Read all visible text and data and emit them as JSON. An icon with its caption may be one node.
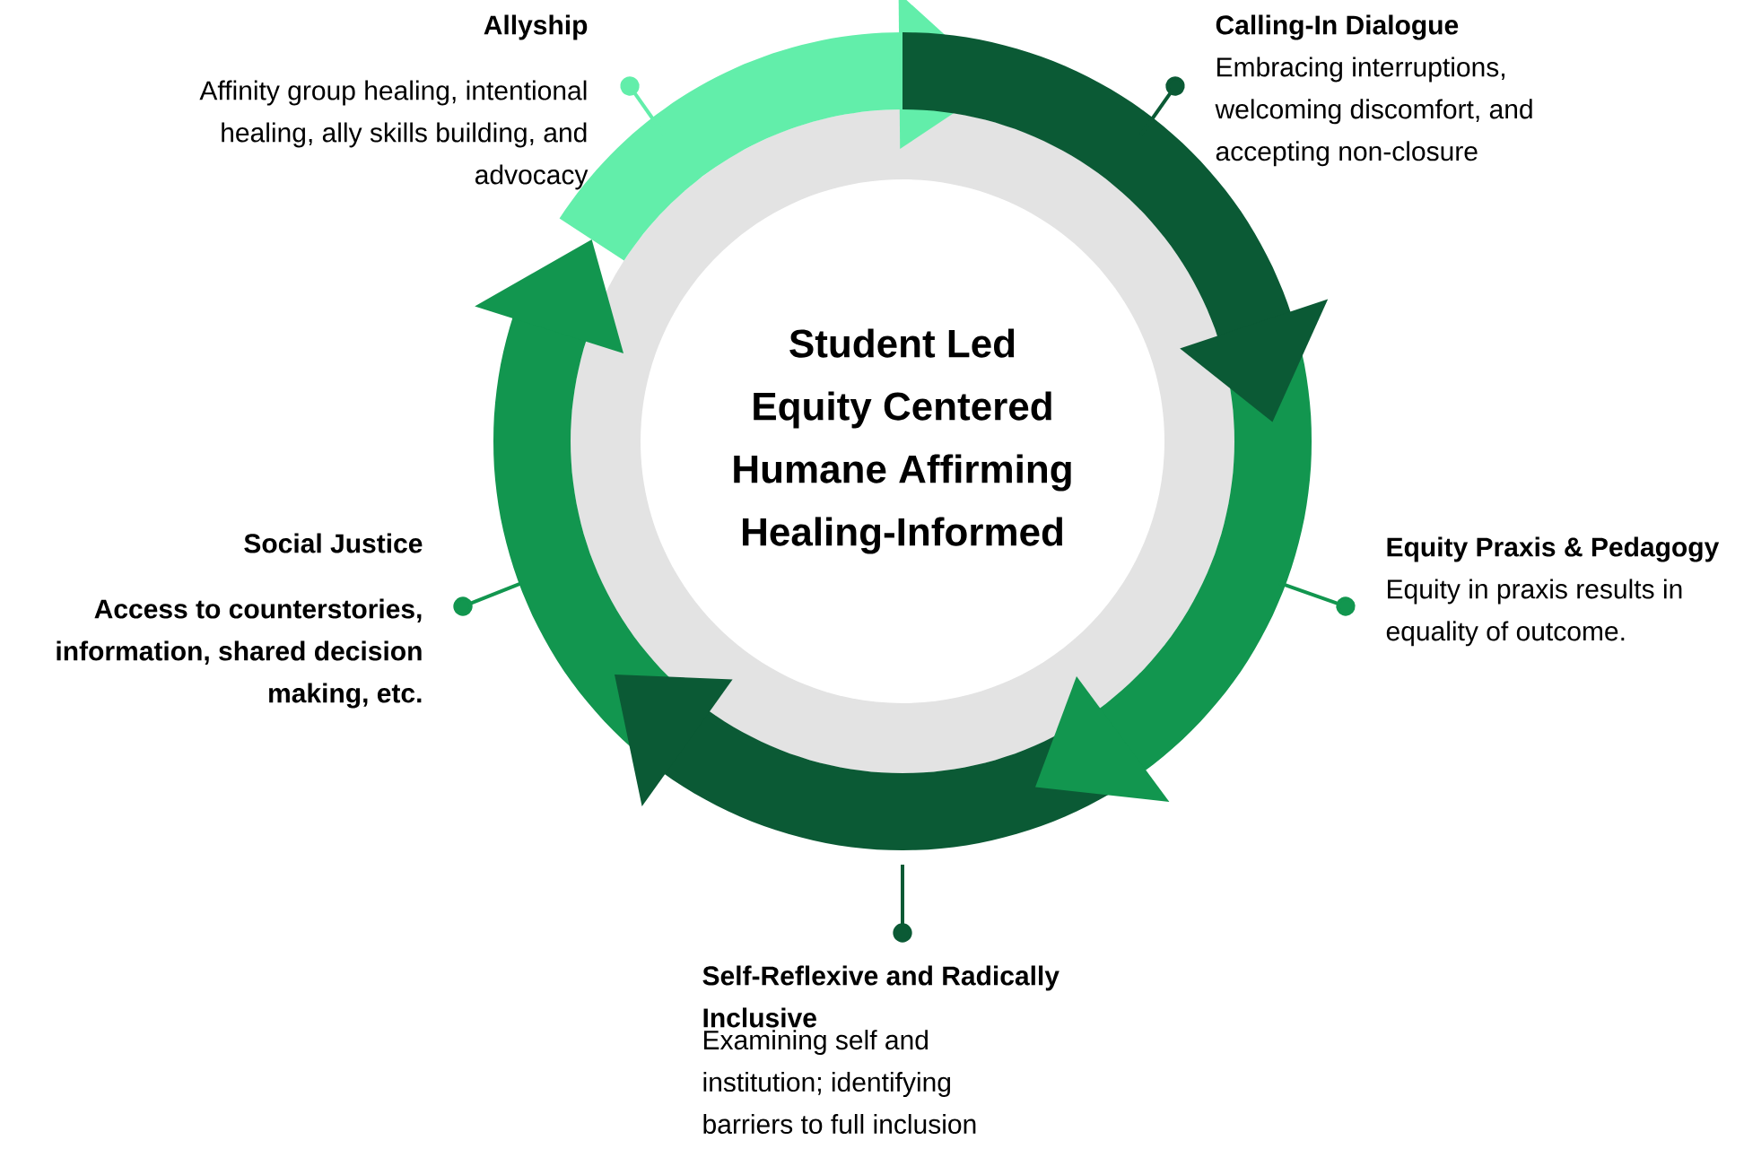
{
  "diagram": {
    "nodes": [
      {
        "text": [
          "Student Led",
          "Equity Centered",
          "Humane Affirming",
          "Healing-Informed"
        ]
      },
      {
        "text": [
          "Allyship",
          "Affinity group healing, intentional healing, ally skills building, and advocacy"
        ]
      },
      {
        "text": [
          "Calling-In Dialogue",
          "Embracing interruptions, welcoming discomfort, and accepting non-closure"
        ]
      },
      {
        "text": [
          "Equity Praxis & Pedagogy",
          "Equity in praxis results in equality of outcome."
        ]
      },
      {
        "text": [
          "Self-Reflexive and Radically Inclusive",
          "Examining self and institution; identifying barriers to full inclusion"
        ]
      },
      {
        "text": [
          "Social Justice",
          "Access to counterstories, information, shared decision making, etc."
        ]
      }
    ],
    "edges": [
      {
        "from": 1,
        "to": null,
        "arrow": "other",
        "color": "#62eeaa"
      },
      {
        "from": 2,
        "to": null,
        "arrow": "other",
        "color": "#0b5a35"
      },
      {
        "from": 3,
        "to": null,
        "arrow": "other",
        "color": "#12964f"
      },
      {
        "from": 4,
        "to": null,
        "arrow": "other",
        "color": "#0b5a35"
      },
      {
        "from": 5,
        "to": null,
        "arrow": "other",
        "color": "#12964f"
      }
    ]
  }
}
